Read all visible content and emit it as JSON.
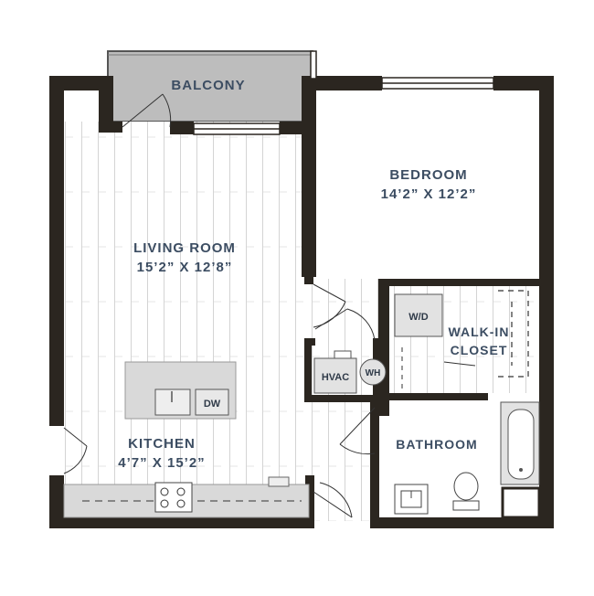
{
  "rooms": {
    "balcony": {
      "name": "BALCONY"
    },
    "bedroom": {
      "name": "BEDROOM",
      "size": "14’2” X 12’2”"
    },
    "living": {
      "name": "LIVING ROOM",
      "size": "15’2” X 12’8”"
    },
    "kitchen": {
      "name": "KITCHEN",
      "size": "4’7” X 15’2”"
    },
    "walkin": {
      "name_line1": "WALK-IN",
      "name_line2": "CLOSET"
    },
    "bathroom": {
      "name": "BATHROOM"
    }
  },
  "fixtures": {
    "wd": "W/D",
    "hvac": "HVAC",
    "wh": "WH",
    "dw": "DW"
  },
  "colors": {
    "wall": "#2b2620",
    "floor_line": "#c9c9c9",
    "balcony_fill": "#bdbdbd",
    "counter": "#d9d9d9",
    "label": "#3c4d62"
  }
}
